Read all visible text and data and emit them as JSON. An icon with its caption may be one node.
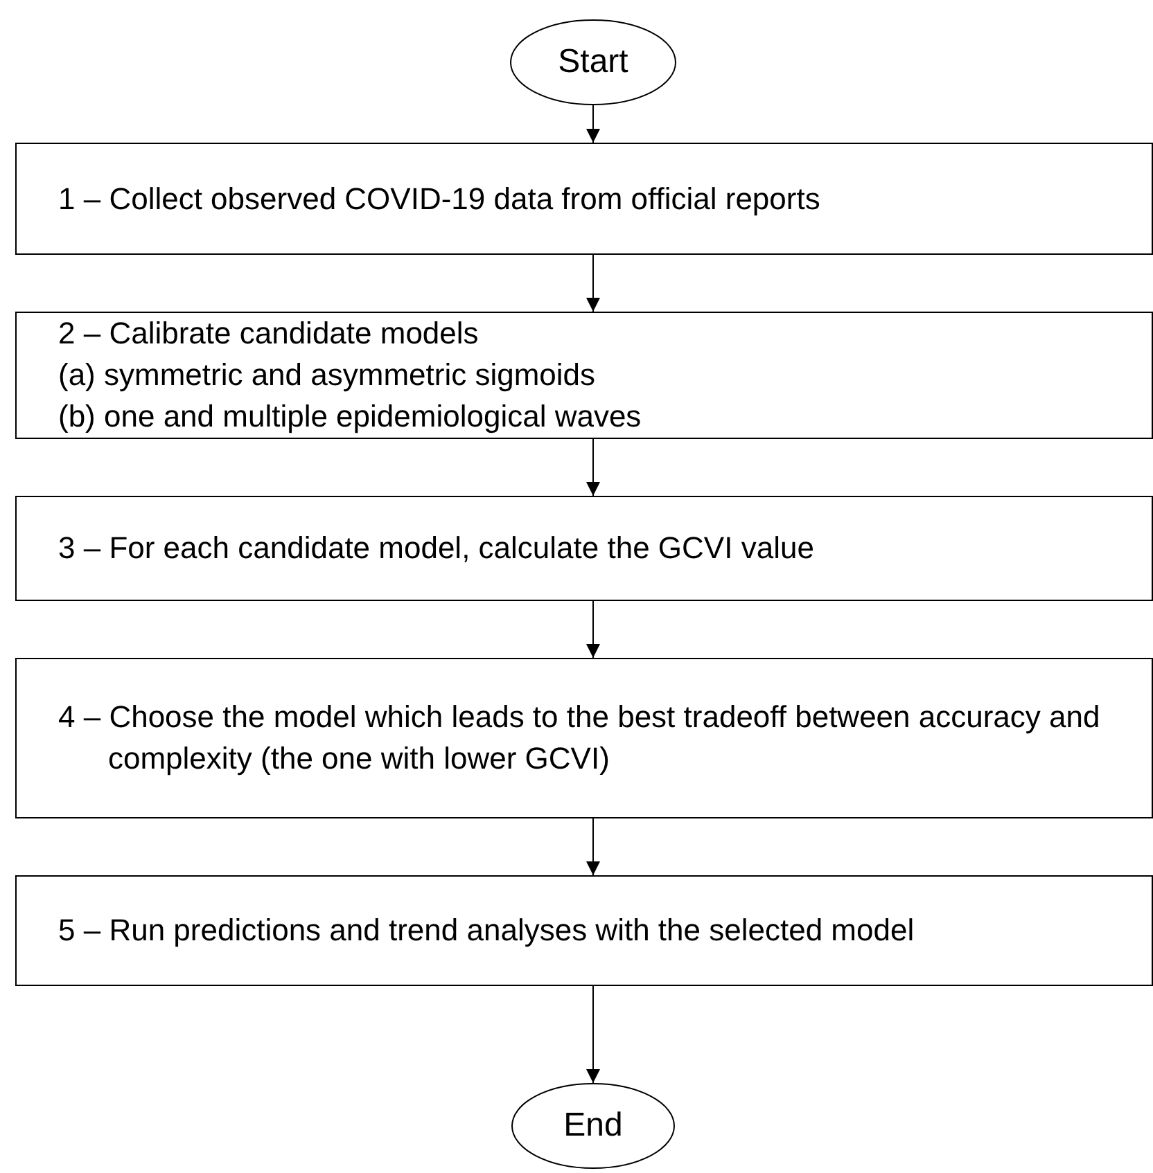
{
  "diagram": {
    "nodes": [
      {
        "text": [
          "Start"
        ]
      },
      {
        "text": [
          "1 – Collect observed COVID-19 data from official reports"
        ]
      },
      {
        "text": [
          "2 – Calibrate candidate models",
          "(a) symmetric and asymmetric sigmoids",
          "(b) one and multiple epidemiological waves"
        ]
      },
      {
        "text": [
          "3 – For each candidate model, calculate the GCVI value"
        ]
      },
      {
        "text": [
          "4 – Choose the model which leads to the best tradeoff between accuracy and complexity (the one with lower GCVI)"
        ]
      },
      {
        "text": [
          "5 – Run predictions and trend analyses with the selected model"
        ]
      },
      {
        "text": [
          "End"
        ]
      }
    ],
    "edges": [
      {
        "from": 0,
        "to": 1,
        "arrow": "to"
      },
      {
        "from": 1,
        "to": 2,
        "arrow": "to"
      },
      {
        "from": 2,
        "to": 3,
        "arrow": "to"
      },
      {
        "from": 3,
        "to": 4,
        "arrow": "to"
      },
      {
        "from": 4,
        "to": 5,
        "arrow": "to"
      },
      {
        "from": 5,
        "to": 6,
        "arrow": "to"
      }
    ]
  }
}
